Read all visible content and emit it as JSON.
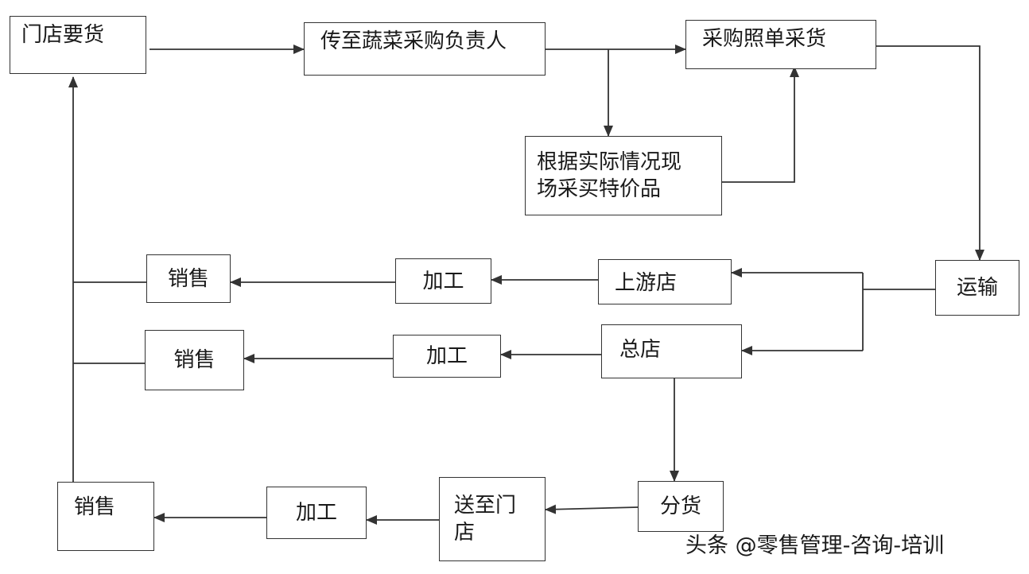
{
  "nodes": {
    "store_order": "门店要货",
    "send_to_buyer": "传至蔬菜采购负责人",
    "purchase_by_list": "采购照单采货",
    "buy_specials_line1": "根据实际情况现",
    "buy_specials_line2": "场采买特价品",
    "transport": "运输",
    "upstream_store": "上游店",
    "head_store": "总店",
    "distribute": "分货",
    "send_to_store_line1": "送至门",
    "send_to_store_line2": "店",
    "process_1": "加工",
    "process_2": "加工",
    "process_3": "加工",
    "sales_1": "销售",
    "sales_2": "销售",
    "sales_3": "销售"
  },
  "watermark": "头条 @零售管理-咨询-培训",
  "colors": {
    "line": "#333333",
    "border": "#333333",
    "background": "#ffffff"
  }
}
